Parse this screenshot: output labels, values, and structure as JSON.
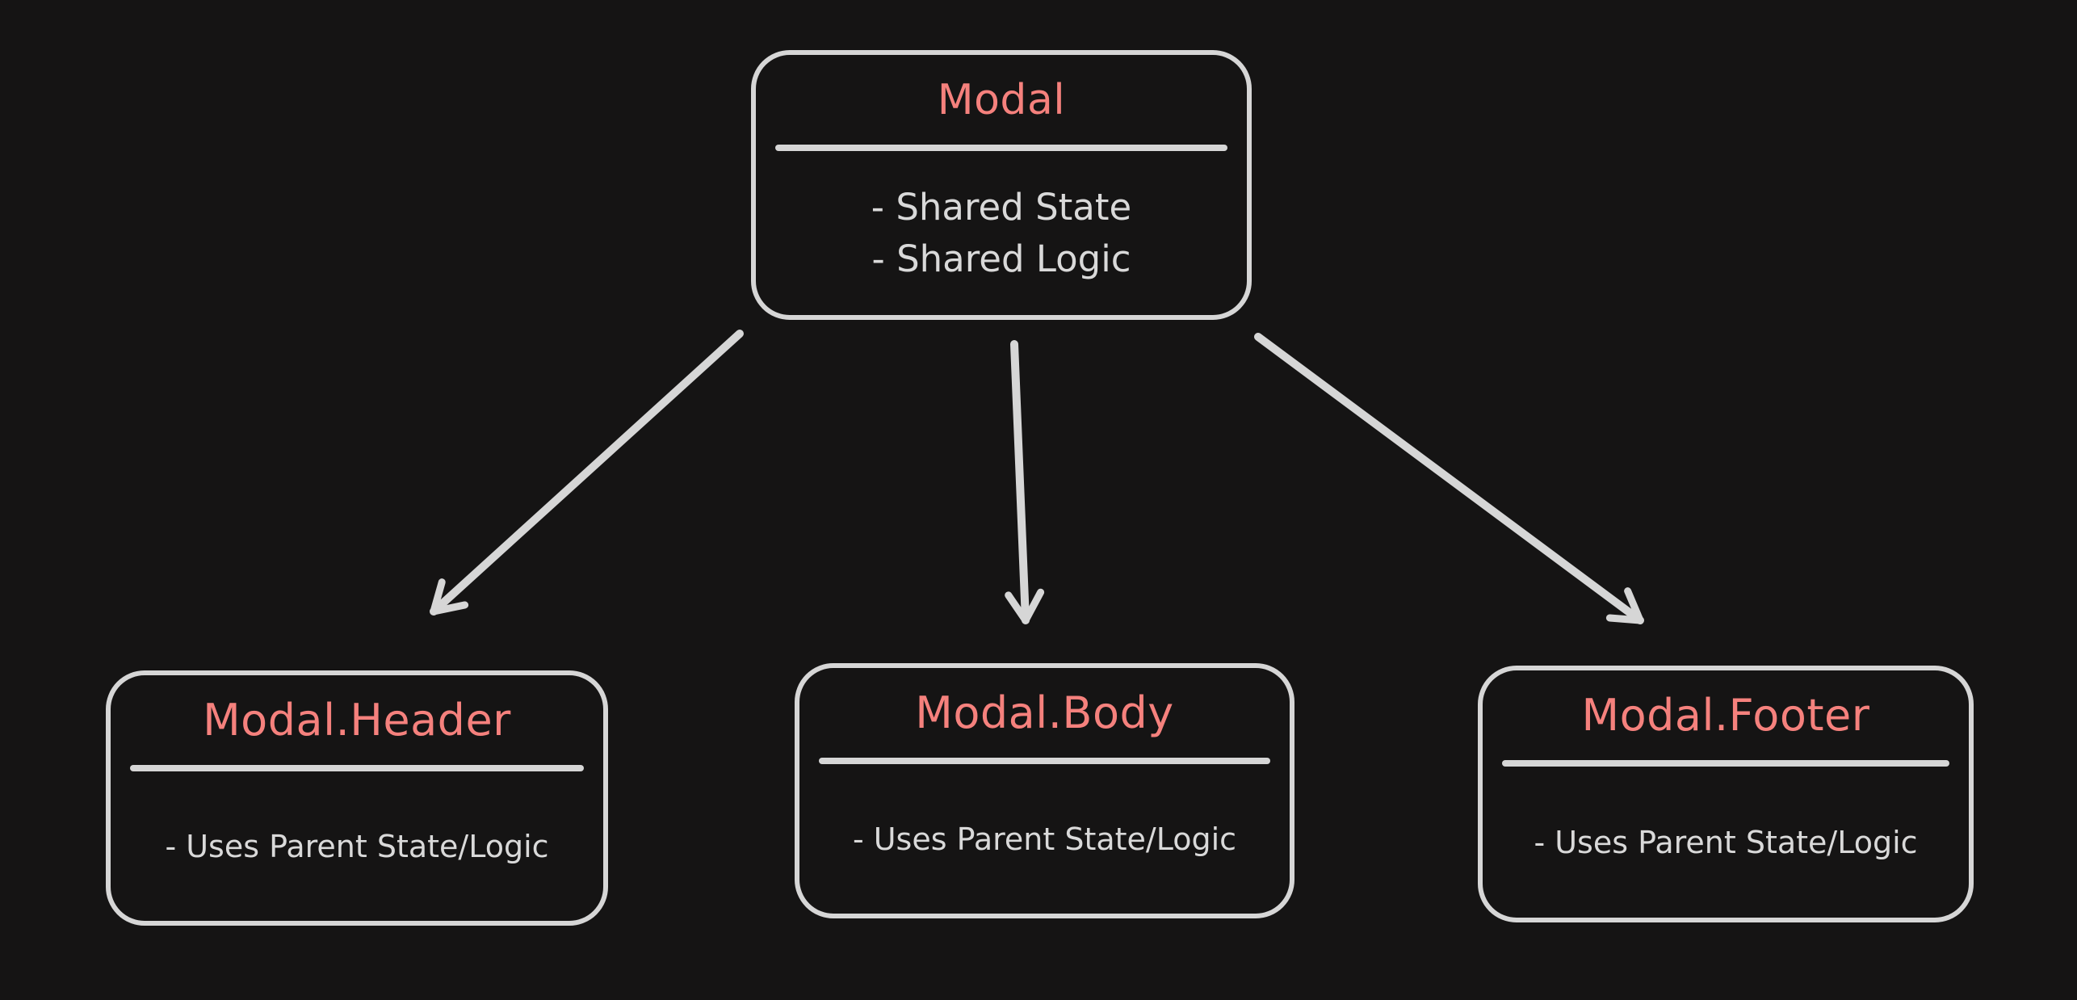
{
  "colors": {
    "background": "#151414",
    "box_border": "#d6d6d6",
    "divider": "#d6d6d6",
    "arrow": "#d6d6d6",
    "title_text": "#f5817d",
    "body_text": "#d9d9d9"
  },
  "diagram": {
    "nodes": [
      {
        "id": "modal",
        "title": "Modal",
        "items": [
          "- Shared State",
          "- Shared Logic"
        ]
      },
      {
        "id": "modal-header",
        "title": "Modal.Header",
        "items": [
          "- Uses Parent State/Logic"
        ]
      },
      {
        "id": "modal-body",
        "title": "Modal.Body",
        "items": [
          "- Uses Parent State/Logic"
        ]
      },
      {
        "id": "modal-footer",
        "title": "Modal.Footer",
        "items": [
          "- Uses Parent State/Logic"
        ]
      }
    ],
    "edges": [
      {
        "from": "modal",
        "to": "modal-header"
      },
      {
        "from": "modal",
        "to": "modal-body"
      },
      {
        "from": "modal",
        "to": "modal-footer"
      }
    ]
  }
}
